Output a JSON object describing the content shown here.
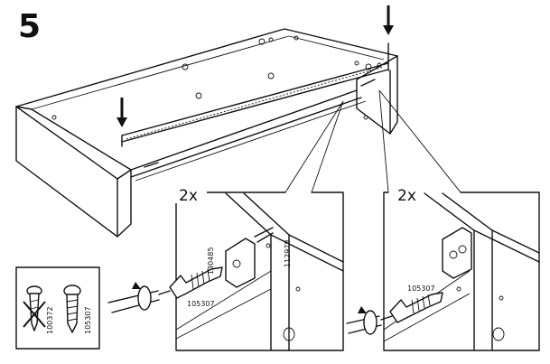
{
  "step": {
    "number": "5"
  },
  "detail_left": {
    "multiplier": "2x",
    "part_bracket": "130485",
    "part_screw": "105307",
    "part_rail": "112978"
  },
  "detail_right": {
    "multiplier": "2x",
    "part_screw": "105307"
  },
  "legend": {
    "wrong_part": "100372",
    "correct_part": "105307"
  }
}
